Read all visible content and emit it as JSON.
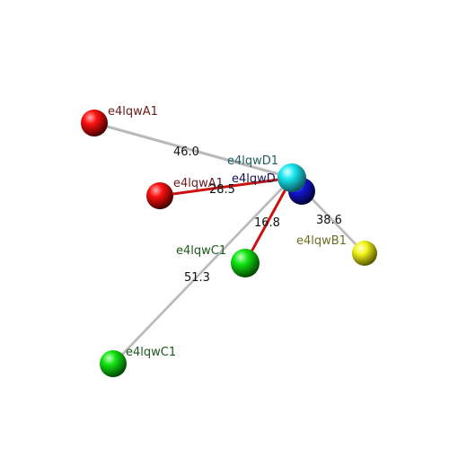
{
  "atoms": {
    "a1_top": {
      "label": "e4lqwA1",
      "color": "#ff1010",
      "label_color": "#6b1a1a"
    },
    "a1_mid": {
      "label": "e4lqwA1",
      "color": "#ff1010",
      "label_color": "#6b1a1a"
    },
    "d1": {
      "label": "e4lqwD1",
      "color": "#19e8f0",
      "label_color": "#1f5e64"
    },
    "d_back": {
      "label": "e4lqwD",
      "color": "#1515d8",
      "label_color": "#141452"
    },
    "c1_mid": {
      "label": "e4lqwC1",
      "color": "#12e612",
      "label_color": "#1d5a1d"
    },
    "c1_bottom": {
      "label": "e4lqwC1",
      "color": "#12e612",
      "label_color": "#1d5a1d"
    },
    "b1": {
      "label": "e4lqwB1",
      "color": "#f5f51a",
      "label_color": "#6e6e28"
    }
  },
  "distances": {
    "d_a1_top": "46.0",
    "d_a1_mid": "28.5",
    "d_c1_mid": "16.8",
    "d_c1_bottom": "51.3",
    "d_b1": "38.6"
  },
  "colors": {
    "bond_gray": "#b8b8b8",
    "bond_red": "#cc1111"
  }
}
